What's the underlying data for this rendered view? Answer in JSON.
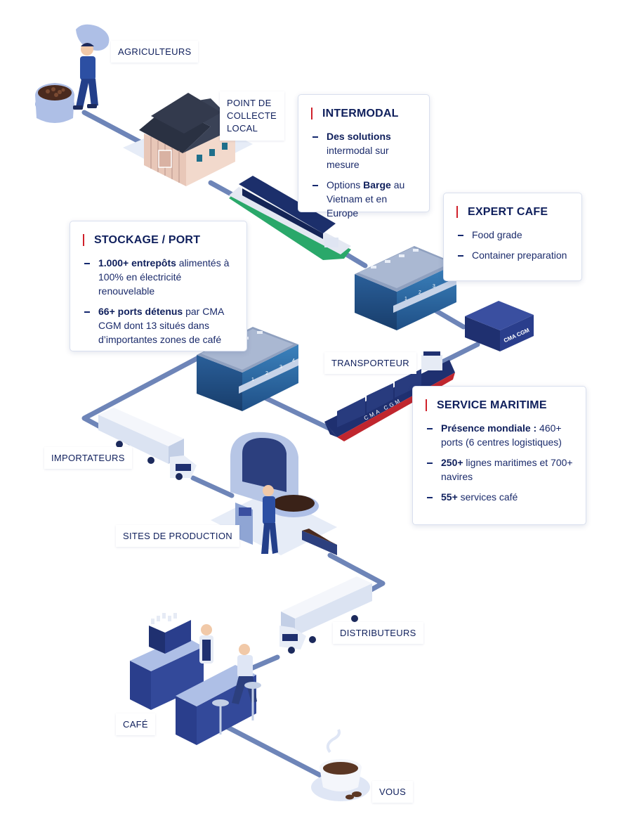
{
  "labels": {
    "agriculteurs": "AGRICULTEURS",
    "point_collecte": "POINT DE COLLECTE LOCAL",
    "transporteur": "TRANSPORTEUR",
    "importateurs": "IMPORTATEURS",
    "sites_production": "SITES DE PRODUCTION",
    "distributeurs": "DISTRIBUTEURS",
    "cafe": "CAFÉ",
    "vous": "VOUS"
  },
  "cards": {
    "intermodal": {
      "title": "INTERMODAL",
      "items": [
        {
          "bold": "Des solutions",
          "text": " intermodal sur mesure"
        },
        {
          "pre": "Options ",
          "bold": "Barge",
          "text": " au Vietnam et en Europe"
        }
      ]
    },
    "expert_cafe": {
      "title": "EXPERT CAFE",
      "items": [
        {
          "text": "Food grade"
        },
        {
          "text": "Container preparation"
        }
      ]
    },
    "stockage": {
      "title": "STOCKAGE / PORT",
      "items": [
        {
          "bold": "1.000+ entrepôts",
          "text": " alimentés à 100% en électricité renouvelable"
        },
        {
          "bold": "66+ ports détenus",
          "text": " par CMA CGM dont 13 situés dans d’importantes zones de café"
        }
      ]
    },
    "maritime": {
      "title": "SERVICE MARITIME",
      "items": [
        {
          "bold": "Présence mondiale :",
          "text": " 460+ ports (6 centres logistiques)"
        },
        {
          "bold": "250+",
          "text": " lignes maritimes et 700+ navires"
        },
        {
          "bold": "55+",
          "text": " services café"
        }
      ]
    }
  },
  "container_brand": "CMA CGM",
  "ship_hull_text": "CMA CGM",
  "warehouse_door_numbers": [
    "1",
    "2",
    "3",
    "4"
  ],
  "colors": {
    "navy": "#14286e",
    "accent_red": "#d0202a",
    "route": "#6e85b8",
    "warehouse_blue": "#2f6fa8"
  }
}
